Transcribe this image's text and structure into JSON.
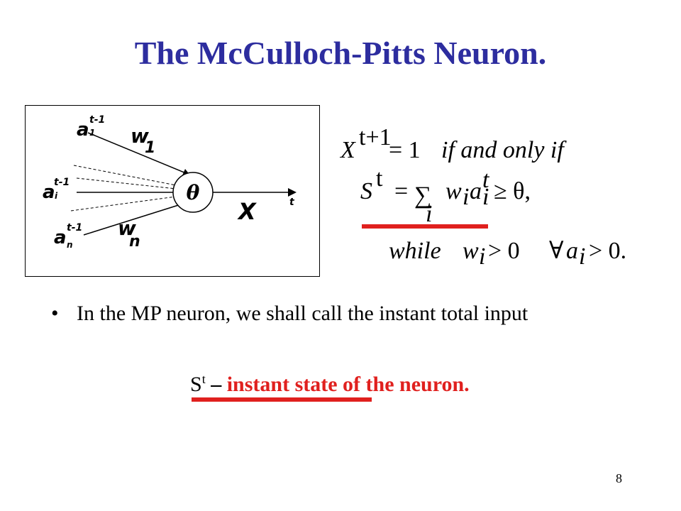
{
  "slide": {
    "title": "The McCulloch-Pitts Neuron.",
    "page_number": "8"
  },
  "diagram": {
    "inputs": [
      {
        "var": "a",
        "sub": "1",
        "sup": "t-1"
      },
      {
        "var": "a",
        "sub": "i",
        "sup": "t-1"
      },
      {
        "var": "a",
        "sub": "n",
        "sup": "t-1"
      }
    ],
    "weights": [
      {
        "var": "w",
        "sub": "1"
      },
      {
        "var": "w",
        "sub": "n"
      }
    ],
    "threshold": "θ",
    "output": {
      "var": "X",
      "sup": "t"
    }
  },
  "formula": {
    "line1_lhs": "X",
    "line1_sup": "t+1",
    "line1_eq": "= 1",
    "line1_cond": "if and only if",
    "line2_lhs": "S",
    "line2_lhs_sup": "t",
    "line2_eq": "=",
    "line2_sum": "∑",
    "line2_sum_index": "i",
    "line2_term": "w",
    "line2_term_sub": "i",
    "line2_term2": "a",
    "line2_term2_sub": "i",
    "line2_term2_sup": "t",
    "line2_rel": "≥ θ,",
    "line3_word": "while",
    "line3_cond1": "w",
    "line3_cond1_sub": "i",
    "line3_cond1_rel": "> 0",
    "line3_forall": "∀",
    "line3_cond2": "a",
    "line3_cond2_sub": "i",
    "line3_cond2_rel": "> 0."
  },
  "body": {
    "bullet_symbol": "•",
    "bullet_text": "In the MP neuron, we shall call the instant total input",
    "state_symbol": "S",
    "state_sup": "t",
    "state_dash": "–",
    "state_text": "instant state of the neuron."
  },
  "colors": {
    "title": "#2d2d9f",
    "accent_red": "#e0201e"
  }
}
